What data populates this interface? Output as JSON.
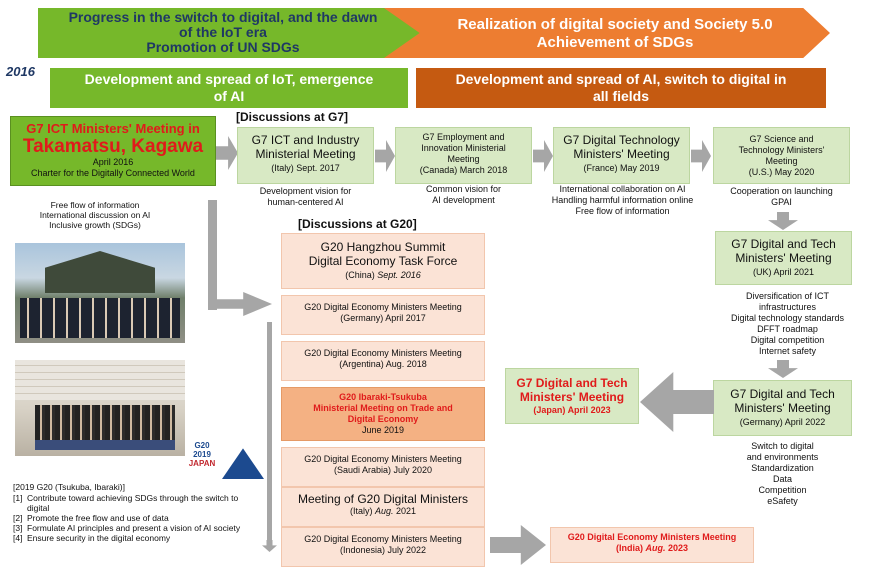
{
  "top": {
    "left_banner": [
      "Progress in the switch to digital, and the dawn",
      "of the IoT era",
      "Promotion of UN SDGs"
    ],
    "right_banner": [
      "Realization of digital society and Society 5.0",
      "Achievement of SDGs"
    ],
    "year": "2016",
    "left_sub": [
      "Development and spread of IoT, emergence",
      "of AI"
    ],
    "right_sub": [
      "Development and spread of AI, switch to digital in",
      "all fields"
    ]
  },
  "takamatsu": {
    "line1": "G7 ICT Ministers' Meeting in",
    "line2": "Takamatsu, Kagawa",
    "date": "April 2016",
    "charter": "Charter for the Digitally Connected World",
    "notes": [
      "Free flow of information",
      "International discussion on AI",
      "Inclusive growth (SDGs)"
    ]
  },
  "g7_heading": "[Discussions at G7]",
  "g20_heading": "[Discussions at G20]",
  "g7": [
    {
      "t1": "G7 ICT and Industry",
      "t2": "Ministerial Meeting",
      "t3": "(Italy) Sept. 2017",
      "notes": [
        "Development vision for",
        "human-centered AI"
      ]
    },
    {
      "t1": "G7 Employment and",
      "t2": "Innovation Ministerial",
      "t2b": "Meeting",
      "t3": "(Canada) March 2018",
      "notes": [
        "Common vision for",
        "AI development"
      ]
    },
    {
      "t1": "G7 Digital Technology",
      "t2": "Ministers' Meeting",
      "t3": "(France) May 2019",
      "notes": [
        "International collaboration on AI",
        "Handling harmful information online",
        "Free flow of information"
      ]
    },
    {
      "t1": "G7 Science and",
      "t2": "Technology Ministers'",
      "t2b": "Meeting",
      "t3": "(U.S.) May 2020",
      "notes": [
        "Cooperation on launching",
        "GPAI"
      ]
    }
  ],
  "uk": {
    "t1": "G7 Digital and Tech",
    "t2": "Ministers' Meeting",
    "t3": "(UK) April 2021",
    "notes": [
      "Diversification of ICT",
      "infrastructures",
      "Digital technology standards",
      "DFFT roadmap",
      "Digital competition",
      "Internet safety"
    ]
  },
  "germany22": {
    "t1": "G7 Digital and Tech",
    "t2": "Ministers' Meeting",
    "t3": "(Germany) April 2022",
    "notes": [
      "Switch to digital",
      "and environments",
      "Standardization",
      "Data",
      "Competition",
      "eSafety"
    ]
  },
  "japan23": {
    "t1": "G7 Digital and Tech",
    "t2": "Ministers' Meeting",
    "t3": "(Japan) April 2023"
  },
  "g20": [
    {
      "t1": "G20 Hangzhou Summit",
      "t2": "Digital Economy Task Force",
      "t3a": "(China) ",
      "t3b": "Sept. 2016"
    },
    {
      "t1": "G20 Digital Economy Ministers Meeting",
      "t3": "(Germany) April 2017"
    },
    {
      "t1": "G20 Digital Economy Ministers Meeting",
      "t3": "(Argentina) Aug. 2018"
    },
    {
      "t1": "G20 Ibaraki-Tsukuba",
      "t2": "Ministerial Meeting on Trade and",
      "t2b": "Digital Economy",
      "t3": "June 2019"
    },
    {
      "t1": "G20 Digital Economy Ministers Meeting",
      "t3": "(Saudi Arabia) July 2020"
    },
    {
      "t1": "Meeting of G20 Digital Ministers",
      "t3a": "(Italy) ",
      "t3b": "Aug.",
      "t3c": " 2021"
    },
    {
      "t1": "G20 Digital Economy Ministers Meeting",
      "t3": "(Indonesia) July 2022"
    }
  ],
  "india23": {
    "t1": "G20 Digital Economy Ministers Meeting",
    "t3a": "(India) ",
    "t3b": "Aug.",
    "t3c": " 2023"
  },
  "ibaraki": {
    "title": "[2019 G20 (Tsukuba, Ibaraki)]",
    "items": [
      {
        "n": "[1]",
        "t": "Contribute toward achieving SDGs through the switch to digital"
      },
      {
        "n": "[2]",
        "t": "Promote the free flow and use of data"
      },
      {
        "n": "[3]",
        "t": "Formulate AI principles and present a vision of AI society"
      },
      {
        "n": "[4]",
        "t": "Ensure security in the digital economy"
      }
    ],
    "logo": [
      "G20",
      "2019",
      "JAPAN"
    ]
  },
  "colors": {
    "green": "#76b82a",
    "orange": "#ed7d31",
    "light_green": "#d8e9c4",
    "light_peach": "#fbe3d6",
    "salmon": "#f4b183",
    "red": "#e01b1b",
    "gray": "#a6a6a6"
  }
}
